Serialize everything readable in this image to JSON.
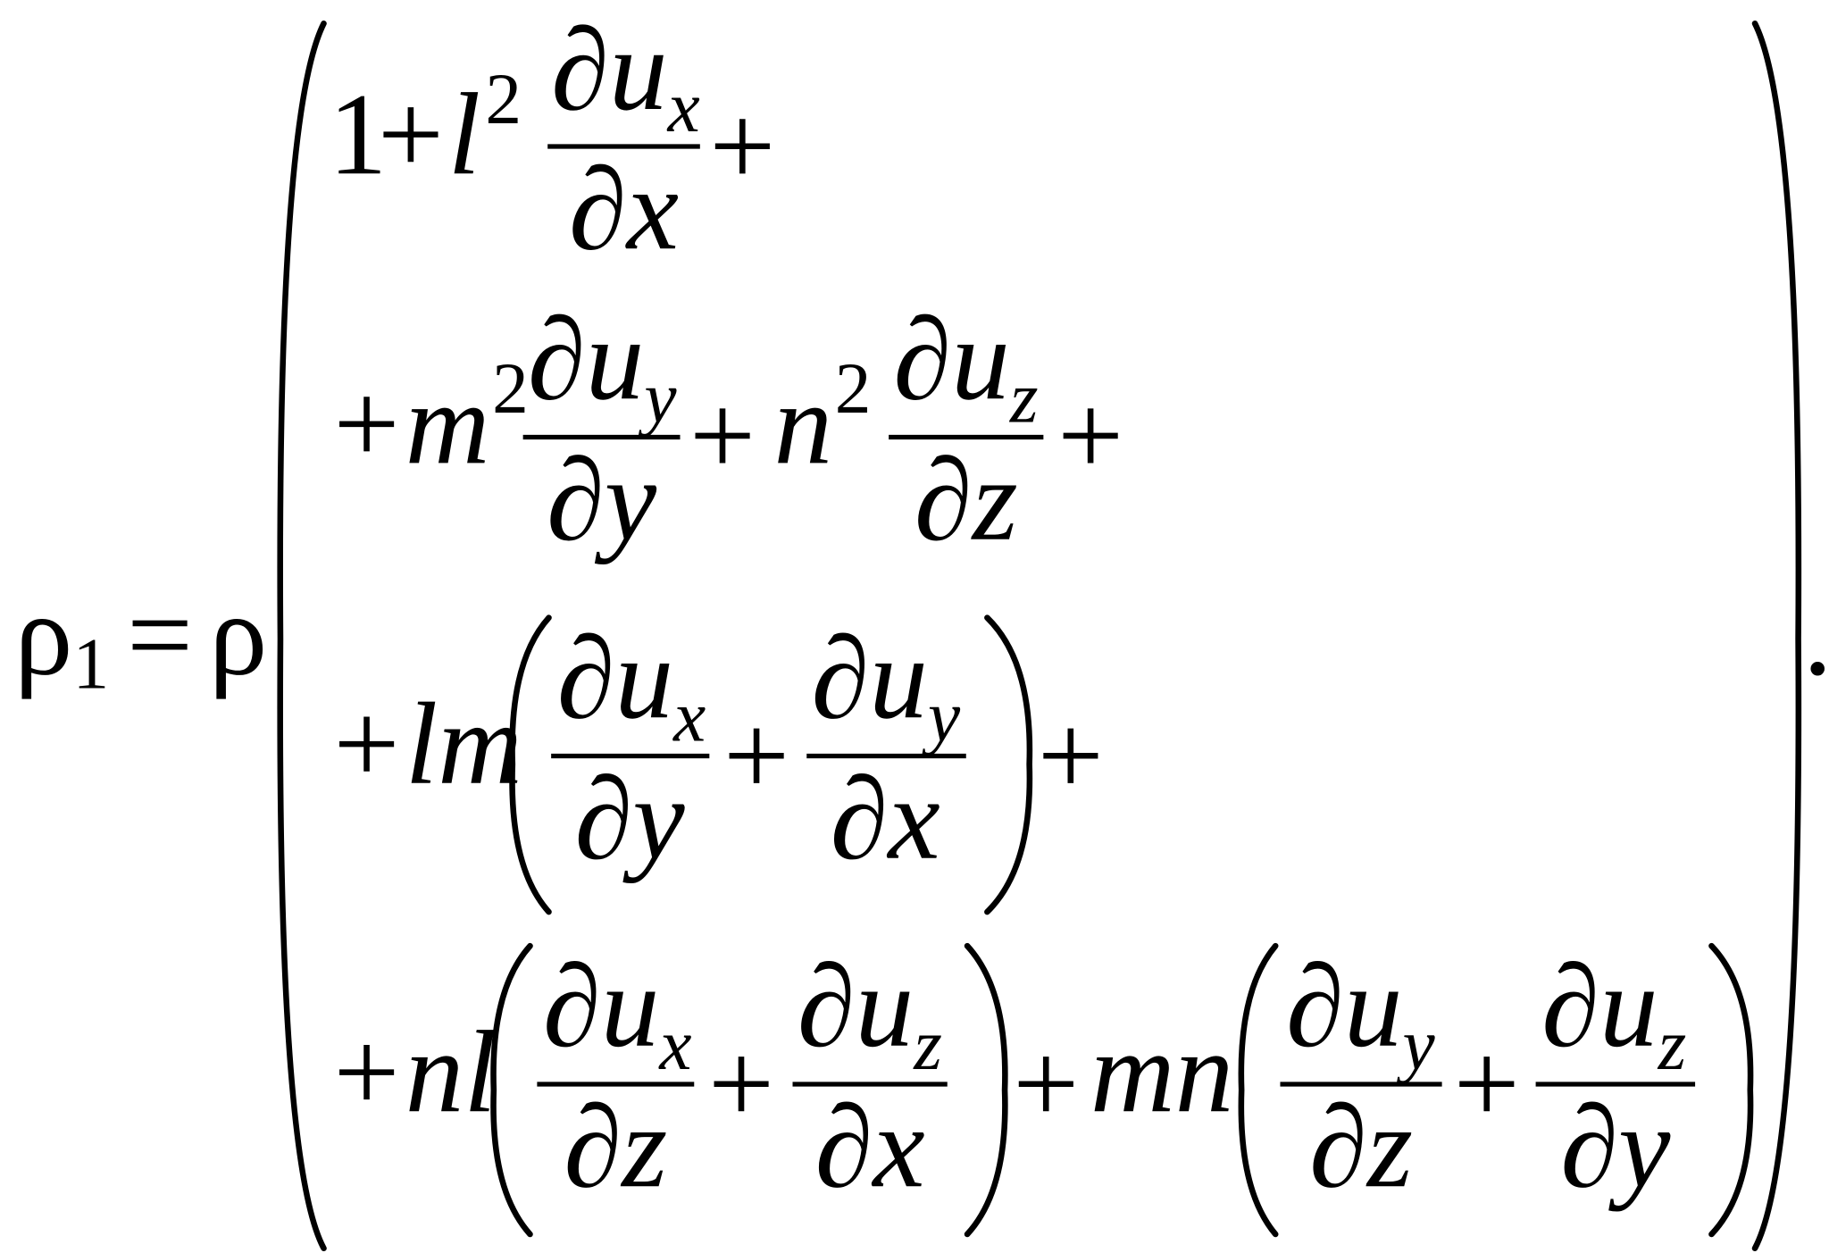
{
  "equation": {
    "lhs": {
      "symbol": "ρ",
      "subscript": "1",
      "equals": "=",
      "factor": "ρ"
    },
    "partial_u": "∂u",
    "row1": {
      "one": "1",
      "plus": "+",
      "l": "l",
      "exp": "2",
      "f1_sub": "x",
      "f1_den": "∂x",
      "trail": "+"
    },
    "row2": {
      "lead": "+m",
      "exp_m": "2",
      "f1_sub": "y",
      "f1_den": "∂y",
      "plus": "+",
      "n": "n",
      "exp_n": "2",
      "f2_sub": "z",
      "f2_den": "∂z",
      "trail": "+"
    },
    "row3": {
      "lead": "+lm",
      "f1_sub": "x",
      "f1_den": "∂y",
      "plus": "+",
      "f2_sub": "y",
      "f2_den": "∂x",
      "trail": "+"
    },
    "row4": {
      "lead": "+nl",
      "f1_sub": "x",
      "f1_den": "∂z",
      "plus1": "+",
      "f2_sub": "z",
      "f2_den": "∂x",
      "mid": "+",
      "mn": "mn",
      "f3_sub": "y",
      "f3_den": "∂z",
      "plus2": "+",
      "f4_sub": "z",
      "f4_den": "∂y"
    },
    "period": "."
  }
}
